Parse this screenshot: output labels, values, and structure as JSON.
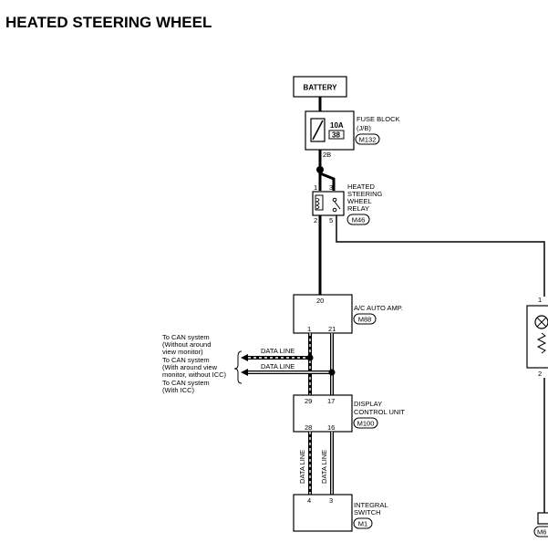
{
  "title": "HEATED STEERING WHEEL",
  "battery": {
    "label": "BATTERY"
  },
  "fuse_block": {
    "amp": "10A",
    "fuse_no": "38",
    "name_line1": "FUSE BLOCK",
    "name_line2": "(J/B)",
    "connector": "M132",
    "out_pin": "2B"
  },
  "relay": {
    "pins": [
      "1",
      "3",
      "2",
      "5"
    ],
    "name_lines": [
      "HEATED",
      "STEERING",
      "WHEEL",
      "RELAY"
    ],
    "connector": "M46"
  },
  "ac_amp": {
    "top_pin": "20",
    "bottom_pins": [
      "1",
      "21"
    ],
    "name": "A/C AUTO AMP.",
    "connector": "M88"
  },
  "can_notes": {
    "lines": [
      "To CAN system",
      "(Without around",
      "view monitor)",
      "To CAN system",
      "(With around view",
      "monitor, without ICC)",
      "To CAN system",
      "(With ICC)"
    ]
  },
  "data_line_labels": [
    "DATA LINE",
    "DATA LINE",
    "DATA LINE",
    "DATA LINE"
  ],
  "display_unit": {
    "top_pins": [
      "29",
      "17"
    ],
    "bottom_pins": [
      "28",
      "16"
    ],
    "name_lines": [
      "DISPLAY",
      "CONTROL UNIT"
    ],
    "connector": "M100"
  },
  "integral_switch": {
    "pins": [
      "4",
      "3"
    ],
    "name_lines": [
      "INTEGRAL",
      "SWITCH"
    ],
    "connector": "M1"
  },
  "right_edge": {
    "pin_top": "1",
    "pin_bottom": "2",
    "connector_partial": "M6"
  }
}
